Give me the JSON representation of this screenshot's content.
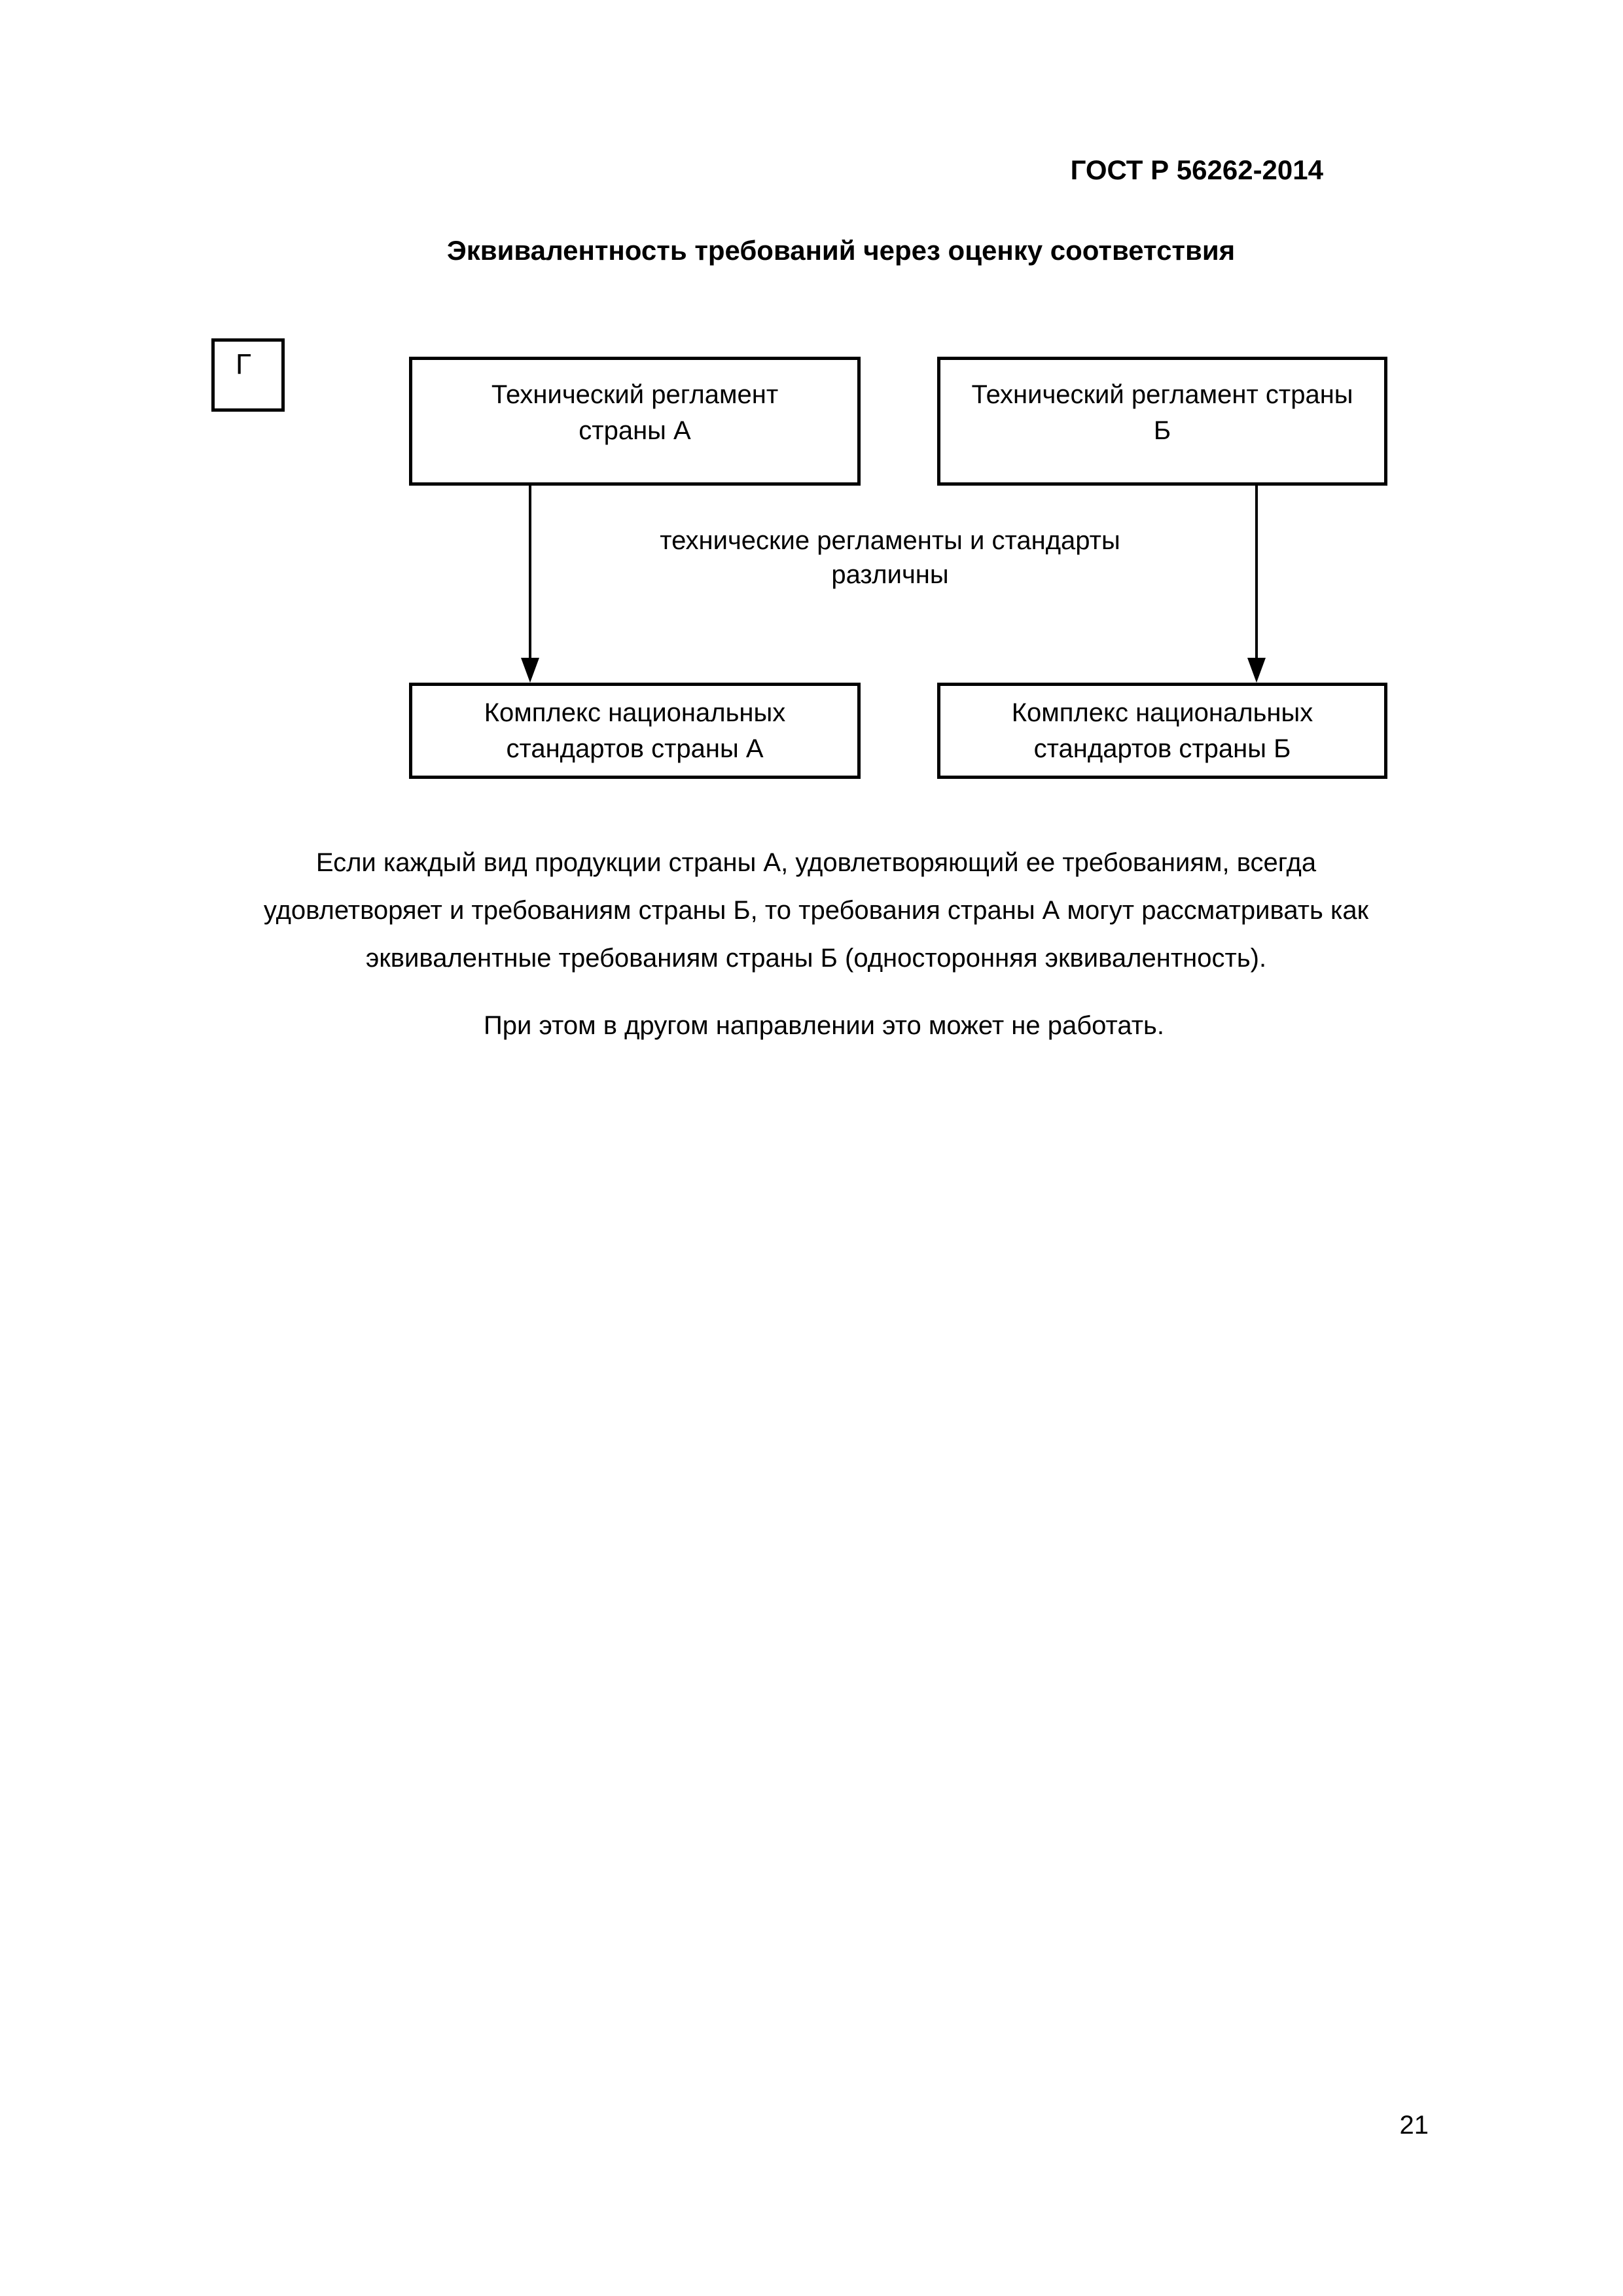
{
  "header": {
    "standard_code": "ГОСТ Р 56262-2014"
  },
  "figure": {
    "title": "Эквивалентность требований через оценку соответствия",
    "appendix_letter": "Г",
    "boxes": {
      "tech_reg_a": {
        "line1": "Технический регламент",
        "line2": "страны А"
      },
      "tech_reg_b": {
        "line1": "Технический регламент страны",
        "line2": "Б"
      },
      "standards_a": {
        "line1": "Комплекс национальных",
        "line2": "стандартов страны А"
      },
      "standards_b": {
        "line1": "Комплекс национальных",
        "line2": "стандартов страны Б"
      }
    },
    "arrows_note": {
      "line1": "технические регламенты и стандарты",
      "line2": "различны"
    }
  },
  "body": {
    "paragraph_lines": [
      "Если каждый вид продукции страны А, удовлетворяющий ее требованиям, всегда",
      "удовлетворяет и требованиям страны Б, то требования страны А могут рассматривать как",
      "эквивалентные требованиям страны Б (односторонняя эквивалентность)."
    ],
    "closing_line": "При этом в другом направлении это может не работать."
  },
  "footer": {
    "page_number": "21"
  },
  "colors": {
    "ink": "#000000",
    "paper": "#ffffff"
  }
}
